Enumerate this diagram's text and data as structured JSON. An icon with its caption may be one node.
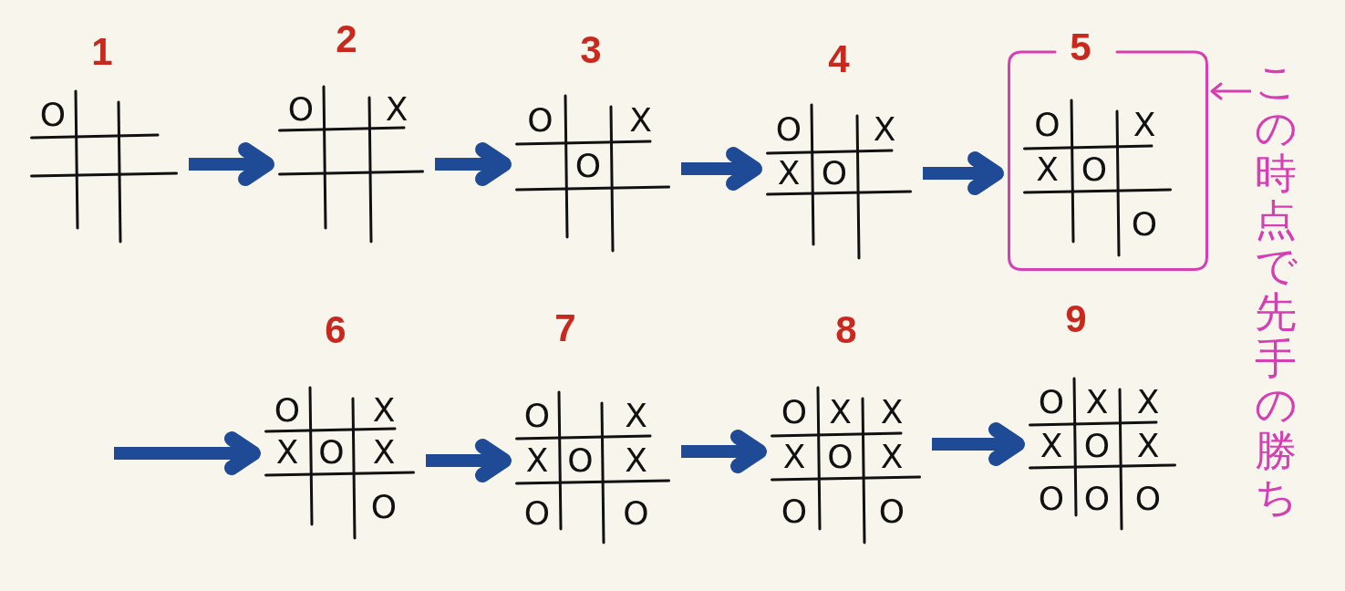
{
  "diagram": {
    "nodes": [
      {
        "text": [
          "1",
          "O"
        ]
      },
      {
        "text": [
          "2",
          "O",
          "X"
        ]
      },
      {
        "text": [
          "3",
          "O",
          "X",
          "O"
        ]
      },
      {
        "text": [
          "4",
          "O",
          "X",
          "X",
          "O"
        ]
      },
      {
        "text": [],
        "shape": "box"
      },
      {
        "text": [
          "5",
          "O",
          "X",
          "X",
          "O",
          "O"
        ],
        "in": 4
      },
      {
        "text": [
          "6",
          "O",
          "X",
          "X",
          "O",
          "X",
          "O"
        ]
      },
      {
        "text": [
          "7",
          "O",
          "X",
          "X",
          "O",
          "X",
          "O",
          "O"
        ]
      },
      {
        "text": [
          "8",
          "O",
          "X",
          "X",
          "X",
          "O",
          "X",
          "O",
          "O"
        ]
      },
      {
        "text": [
          "9",
          "O",
          "X",
          "X",
          "X",
          "O",
          "X",
          "O",
          "O",
          "O"
        ]
      },
      {
        "text": [
          "この時点で先手の勝ち"
        ]
      }
    ],
    "edges": [
      {
        "from": 0,
        "to": 1,
        "arrow": "to"
      },
      {
        "from": 1,
        "to": 2,
        "arrow": "to"
      },
      {
        "from": 2,
        "to": 3,
        "arrow": "to"
      },
      {
        "from": 3,
        "to": 4,
        "arrow": "to"
      },
      {
        "from": null,
        "to": 6,
        "arrow": "to"
      },
      {
        "from": 6,
        "to": 7,
        "arrow": "to"
      },
      {
        "from": 7,
        "to": 8,
        "arrow": "to"
      },
      {
        "from": 8,
        "to": 9,
        "arrow": "to"
      },
      {
        "from": 10,
        "to": 4,
        "arrow": "to",
        "color": "#d63fb4"
      }
    ]
  }
}
